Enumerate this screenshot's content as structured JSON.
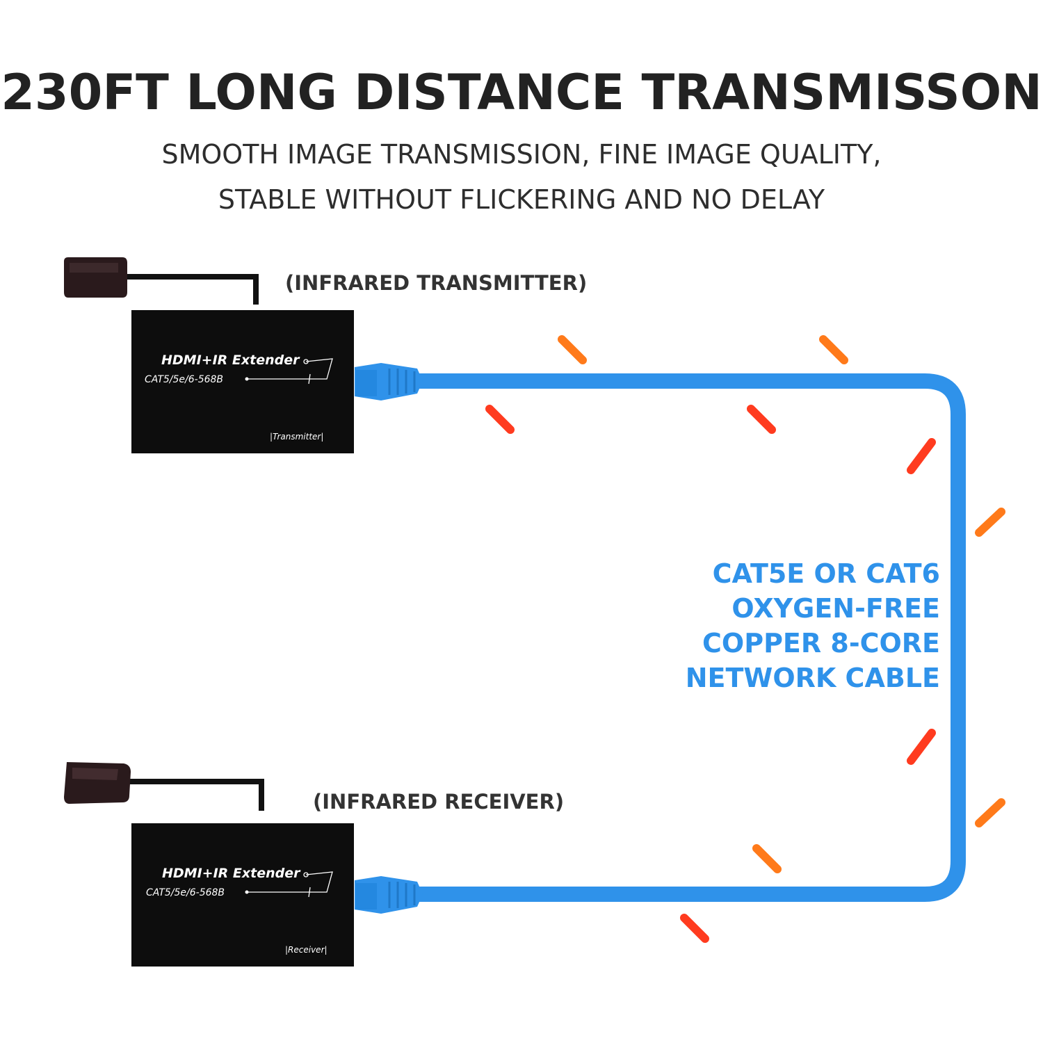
{
  "heading": {
    "title": "230FT LONG DISTANCE TRANSMISSON",
    "subtitle_line1": "SMOOTH IMAGE TRANSMISSION, FINE IMAGE QUALITY,",
    "subtitle_line2": "STABLE WITHOUT FLICKERING AND NO DELAY"
  },
  "transmitter": {
    "ir_label": "(INFRARED TRANSMITTER)",
    "box_title": "HDMI+IR Extender",
    "box_subtitle": "CAT5/5e/6-568B",
    "box_tag": "|Transmitter|"
  },
  "receiver": {
    "ir_label": "(INFRARED RECEIVER)",
    "box_title": "HDMI+IR Extender",
    "box_subtitle": "CAT5/5e/6-568B",
    "box_tag": "|Receiver|"
  },
  "cable": {
    "line1": "CAT5E OR CAT6",
    "line2": "OXYGEN-FREE",
    "line3": "COPPER 8-CORE",
    "line4": "NETWORK CABLE"
  },
  "colors": {
    "cable_blue": "#2f92ea",
    "arrow_red": "#ff3b1f",
    "arrow_orange": "#ff7a1a",
    "device_black": "#0d0d0d"
  }
}
